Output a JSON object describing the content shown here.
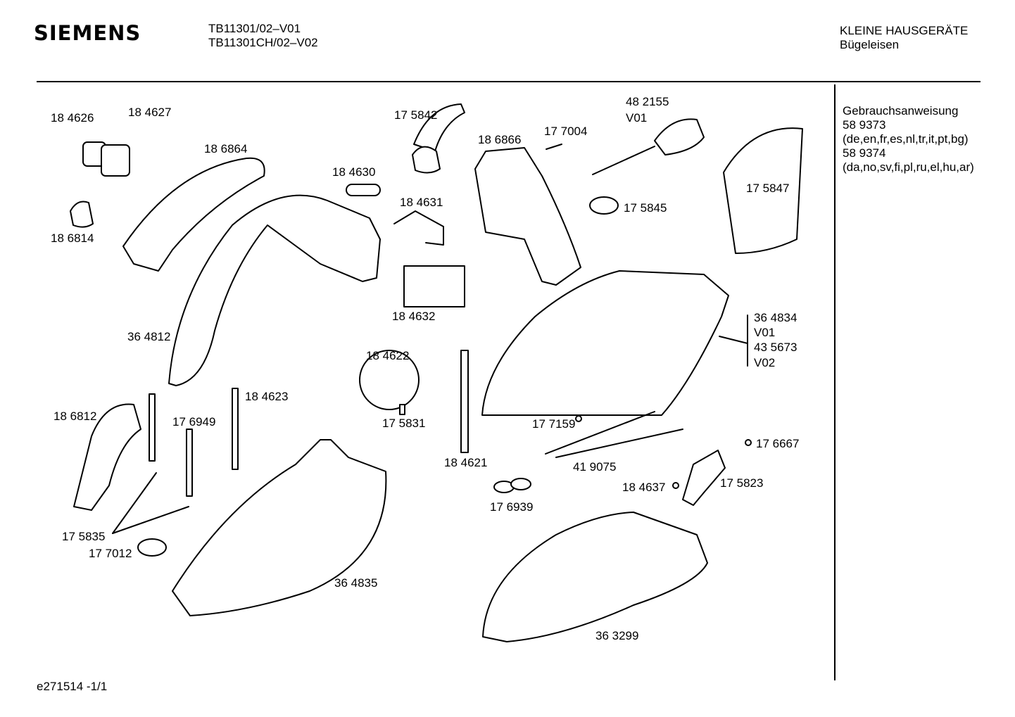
{
  "header": {
    "brand": "SIEMENS",
    "model_1": "TB11301/02–V01",
    "model_2": "TB11301CH/02–V02",
    "category_1": "KLEINE HAUSGERÄTE",
    "category_2": "Bügeleisen"
  },
  "docs": {
    "title": "Gebrauchsanweisung",
    "doc_1": "58 9373",
    "doc_1_langs": "(de,en,fr,es,nl,tr,it,pt,bg)",
    "doc_2": "58 9374",
    "doc_2_langs": "(da,no,sv,fi,pl,ru,el,hu,ar)"
  },
  "footer": {
    "code": "e271514  -1/1"
  },
  "parts": {
    "p184626": "18 4626",
    "p184627": "18 4627",
    "p186864": "18 6864",
    "p186814": "18 6814",
    "p175842": "17 5842",
    "p184630": "18 4630",
    "p186866": "18 6866",
    "p177004": "17 7004",
    "p482155": "48 2155",
    "p482155_v": "V01",
    "p184631": "18 4631",
    "p175845": "17 5845",
    "p175847": "17 5847",
    "p364812": "36 4812",
    "p184632": "18 4632",
    "p364834": "36 4834",
    "p364834_v": "V01",
    "p435673": "43 5673",
    "p435673_v": "V02",
    "p184622": "18 4622",
    "p184623": "18 4623",
    "p186812": "18 6812",
    "p176949": "17 6949",
    "p175831": "17 5831",
    "p184621": "18 4621",
    "p177159": "17 7159",
    "p176667": "17 6667",
    "p419075": "41 9075",
    "p175823": "17 5823",
    "p184637": "18 4637",
    "p176939": "17 6939",
    "p175835": "17 5835",
    "p177012": "17 7012",
    "p364835": "36 4835",
    "p363299": "36 3299"
  }
}
